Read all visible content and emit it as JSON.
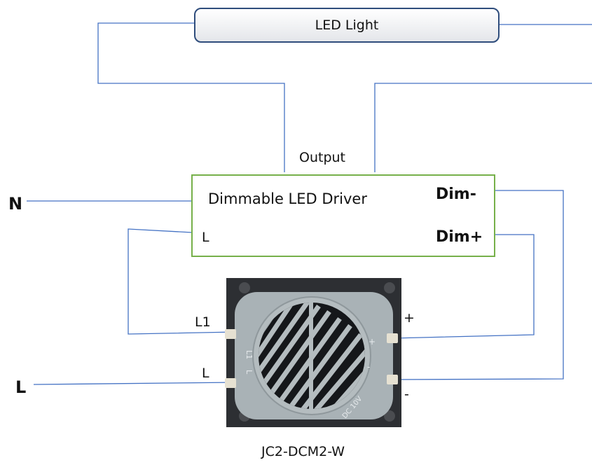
{
  "led_light": {
    "label": "LED Light"
  },
  "driver": {
    "title": "Dimmable LED Driver",
    "output_label": "Output",
    "l_label": "L",
    "dim_minus_label": "Dim-",
    "dim_plus_label": "Dim+"
  },
  "mains": {
    "n_label": "N",
    "l_label": "L"
  },
  "dimmer": {
    "l1_label": "L1",
    "l_label": "L",
    "plus_label": "+",
    "minus_label": "-",
    "model": "JC2-DCM2-W",
    "body_marks": {
      "l1": "L1",
      "l": "L",
      "plus": "+",
      "minus": "-",
      "dc": "DC 10V"
    }
  },
  "colors": {
    "wire": "#4472c4",
    "driver_border": "#76b04a",
    "led_border": "#2f4d7c"
  }
}
